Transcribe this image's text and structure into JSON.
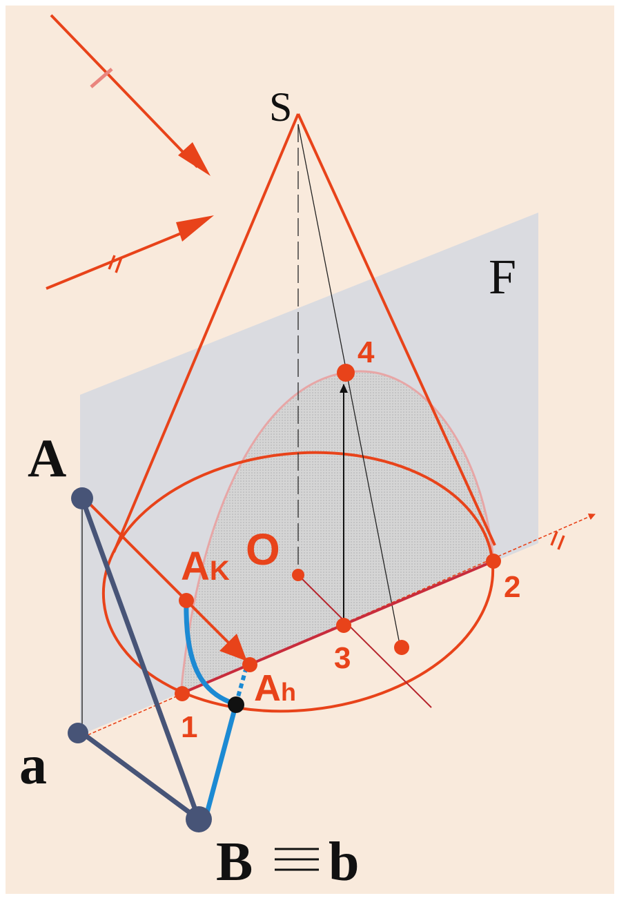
{
  "labels": {
    "S": "S",
    "F": "F",
    "A": "A",
    "a": "a",
    "B": "B",
    "b": "b",
    "O": "O",
    "Ak_main": "A",
    "Ak_sub": "K",
    "Ah_main": "A",
    "Ah_sub": "h",
    "p1": "1",
    "p2": "2",
    "p3": "3",
    "p4": "4"
  },
  "colors": {
    "background": "#f9eadc",
    "red": "#e8431a",
    "navy": "#475477",
    "blue": "#1c8ad3",
    "plane": "#cfd6e2",
    "section": "#cacaca",
    "black": "#111111"
  }
}
